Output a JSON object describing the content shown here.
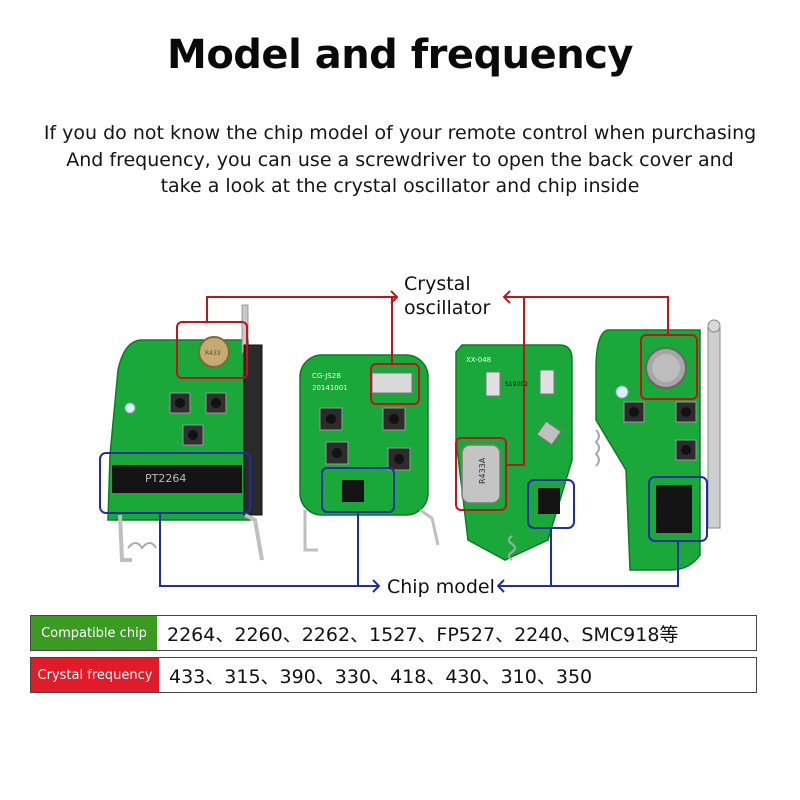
{
  "title": "Model and frequency",
  "intro_lines": [
    "If you do not know the chip model of your remote control when purchasing",
    "And frequency, you can use a screwdriver to open the back cover and",
    "take a look at the crystal oscillator and chip inside"
  ],
  "labels": {
    "crystal_oscillator": "Crystal oscillator",
    "chip_model": "Chip model"
  },
  "board_markings": {
    "chip_ic": "PT2264",
    "board2_code": "CG-JS2B",
    "board2_date": "20141001",
    "board3_code": "XX-048",
    "board3_crystal": "R433A",
    "board3_resonator": "S19002"
  },
  "table": {
    "compatible_chip": {
      "label": "Compatible chip",
      "value": "2264、2260、2262、1527、FP527、2240、SMC918等"
    },
    "crystal_frequency": {
      "label": "Crystal frequency",
      "value": "433、315、390、330、418、430、310、350"
    }
  },
  "colors": {
    "crystal_marker": "#c0141c",
    "chip_marker": "#1f2fa0",
    "pcb_green": "#1aa83a",
    "compatible_tag": "#3a9a22",
    "frequency_tag": "#e11b2a"
  }
}
